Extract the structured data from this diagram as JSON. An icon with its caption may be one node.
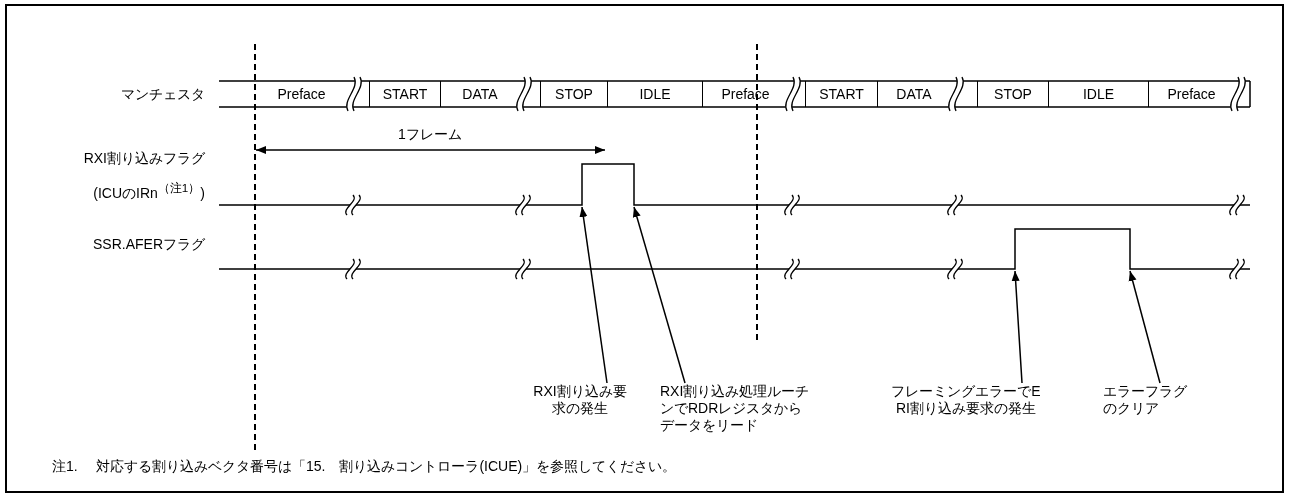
{
  "diagram": {
    "nodes": [
      {
        "text": [
          "Preface"
        ]
      },
      {
        "text": [
          "START"
        ]
      },
      {
        "text": [
          "DATA"
        ]
      },
      {
        "text": [
          "STOP"
        ]
      },
      {
        "text": [
          "IDLE"
        ]
      },
      {
        "text": [
          "Preface"
        ]
      },
      {
        "text": [
          "START"
        ]
      },
      {
        "text": [
          "DATA"
        ]
      },
      {
        "text": [
          "STOP"
        ]
      },
      {
        "text": [
          "IDLE"
        ]
      },
      {
        "text": [
          "Preface"
        ]
      },
      {
        "text": [
          "RXI割り込み要求の発生"
        ]
      },
      {
        "text": [
          "RXI割り込み処理ルーチンでRDRレジスタからデータをリード"
        ]
      },
      {
        "text": [
          "フレーミングエラーでERI割り込み要求の発生"
        ]
      },
      {
        "text": [
          "エラーフラグのクリア"
        ]
      }
    ],
    "edges": [
      {
        "from": 11,
        "to": null,
        "arrow": "to"
      },
      {
        "from": 12,
        "to": null,
        "arrow": "to"
      },
      {
        "from": 13,
        "to": null,
        "arrow": "to"
      },
      {
        "from": 14,
        "to": null,
        "arrow": "to"
      }
    ],
    "labels": [
      "マンチェスタ",
      "1フレーム",
      "RXI割り込みフラグ",
      "(ICUのIRn$^{（注1）}$)",
      "SSR.AFERフラグ",
      "注1.",
      "対応する割り込みベクタ番号は「15.　割り込みコントローラ(ICUE)」を参照してください。"
    ]
  }
}
